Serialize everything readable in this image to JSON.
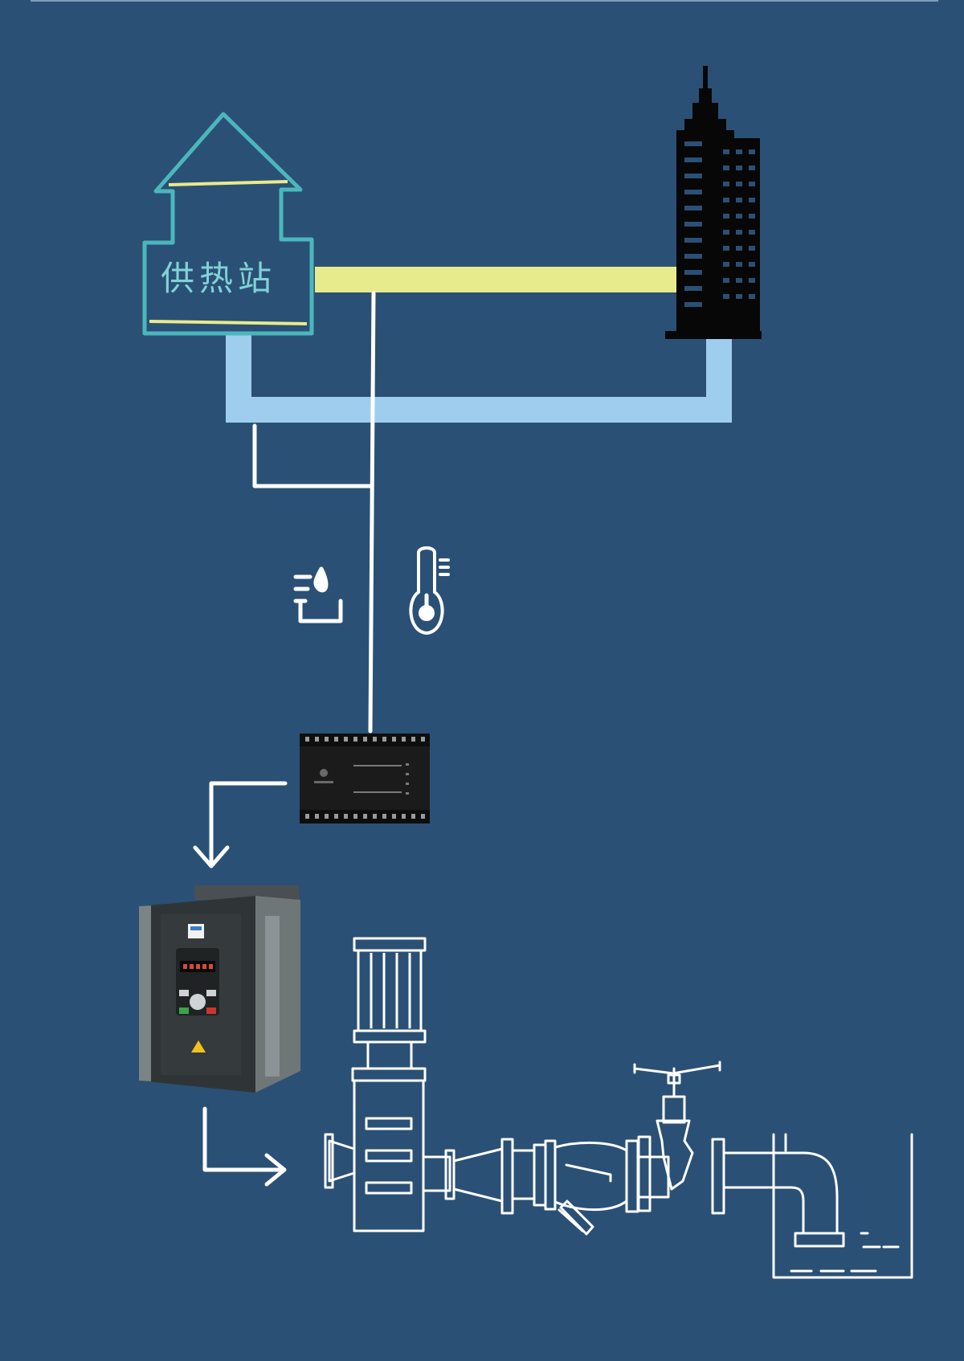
{
  "diagram": {
    "station_label": "供热站",
    "colors": {
      "background": "#2b5075",
      "station_outline": "#4bb7bd",
      "supply_pipe": "#e8eb8c",
      "return_pipe": "#9fcdee",
      "signal_line": "#ffffff",
      "building": "#070707",
      "plc_body": "#1b1b1b",
      "vfd_body": "#2f3536"
    },
    "icons": [
      "pressure-icon",
      "thermometer-icon",
      "plc-controller",
      "frequency-inverter",
      "pump-motor",
      "pipe-valve-system",
      "building-icon"
    ]
  }
}
